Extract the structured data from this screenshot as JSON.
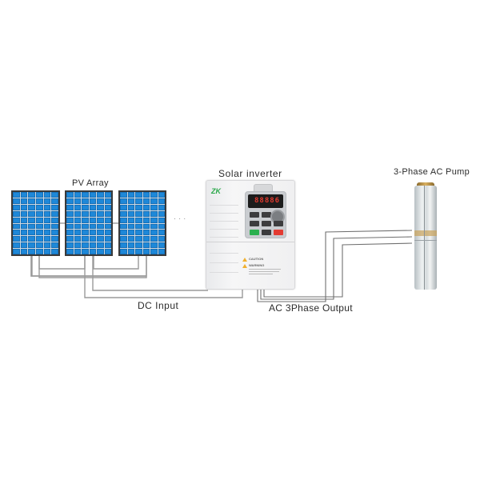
{
  "labels": {
    "pv_array": "PV Array",
    "solar_inverter": "Solar inverter",
    "pump": "3-Phase AC Pump",
    "dc_input": "DC Input",
    "ac_output": "AC 3Phase Output",
    "ellipsis": "· · ·"
  },
  "inverter": {
    "brand": "ZK",
    "display": "88886",
    "caution": "CAUTION",
    "warning": "WARNING"
  },
  "pv_panels": [
    {
      "id": "panel-1",
      "cols": 6,
      "rows": 10
    },
    {
      "id": "panel-2",
      "cols": 6,
      "rows": 10
    },
    {
      "id": "panel-3",
      "cols": 6,
      "rows": 10
    }
  ],
  "colors": {
    "panel_cell": "#1e88d8",
    "panel_frame": "#3a3a3a",
    "wire": "#8a8a8a",
    "run_key": "#2bb04f",
    "stop_key": "#e33b32",
    "display_digits": "#e23a2f"
  }
}
